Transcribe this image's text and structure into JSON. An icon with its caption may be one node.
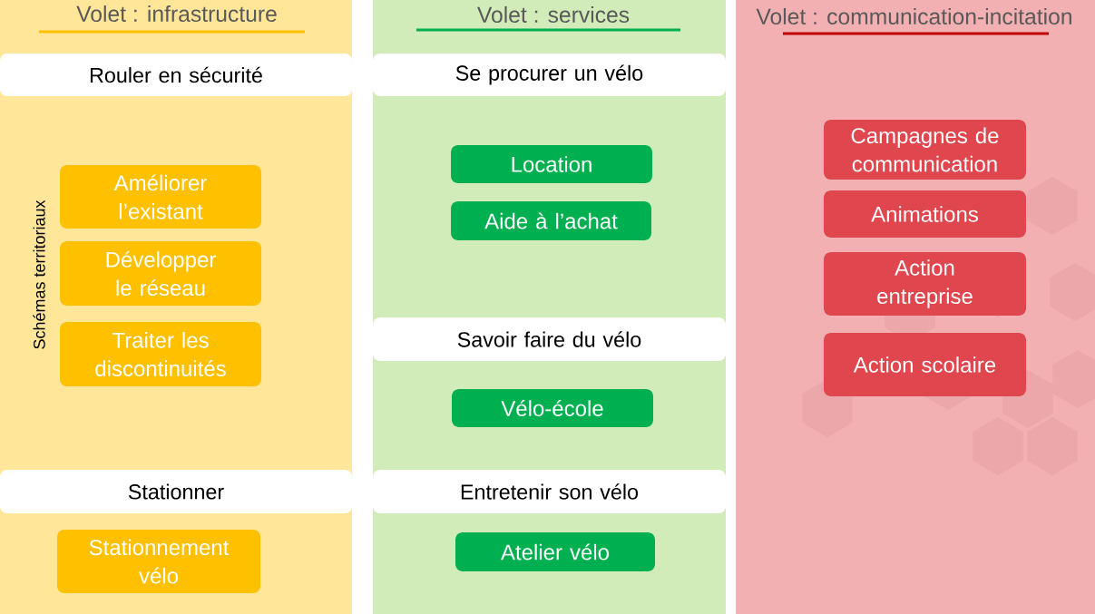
{
  "diagram": {
    "nodes": [
      {
        "text": [
          "Volet : infrastructure"
        ]
      },
      {
        "text": [
          "Rouler en sécurité"
        ],
        "in": 0
      },
      {
        "text": [
          "Améliorer l’existant"
        ],
        "in": 0
      },
      {
        "text": [
          "Développer le réseau"
        ],
        "in": 0
      },
      {
        "text": [
          "Traiter les discontinuités"
        ],
        "in": 0
      },
      {
        "text": [
          "Stationner"
        ],
        "in": 0
      },
      {
        "text": [
          "Stationnement vélo"
        ],
        "in": 0
      },
      {
        "text": [
          "Volet : services"
        ]
      },
      {
        "text": [
          "Se procurer un vélo"
        ],
        "in": 7
      },
      {
        "text": [
          "Location"
        ],
        "in": 7
      },
      {
        "text": [
          "Aide à l’achat"
        ],
        "in": 7
      },
      {
        "text": [
          "Savoir faire du vélo"
        ],
        "in": 7
      },
      {
        "text": [
          "Vélo-école"
        ],
        "in": 7
      },
      {
        "text": [
          "Entretenir son vélo"
        ],
        "in": 7
      },
      {
        "text": [
          "Atelier vélo"
        ],
        "in": 7
      },
      {
        "text": [
          "Volet : communication-incitation"
        ]
      },
      {
        "text": [
          "Campagnes de communication"
        ],
        "in": 15
      },
      {
        "text": [
          "Animations"
        ],
        "in": 15
      },
      {
        "text": [
          "Action entreprise"
        ],
        "in": 15
      },
      {
        "text": [
          "Action scolaire"
        ],
        "in": 15
      }
    ],
    "labels": [
      "Schémas territoriaux"
    ]
  }
}
